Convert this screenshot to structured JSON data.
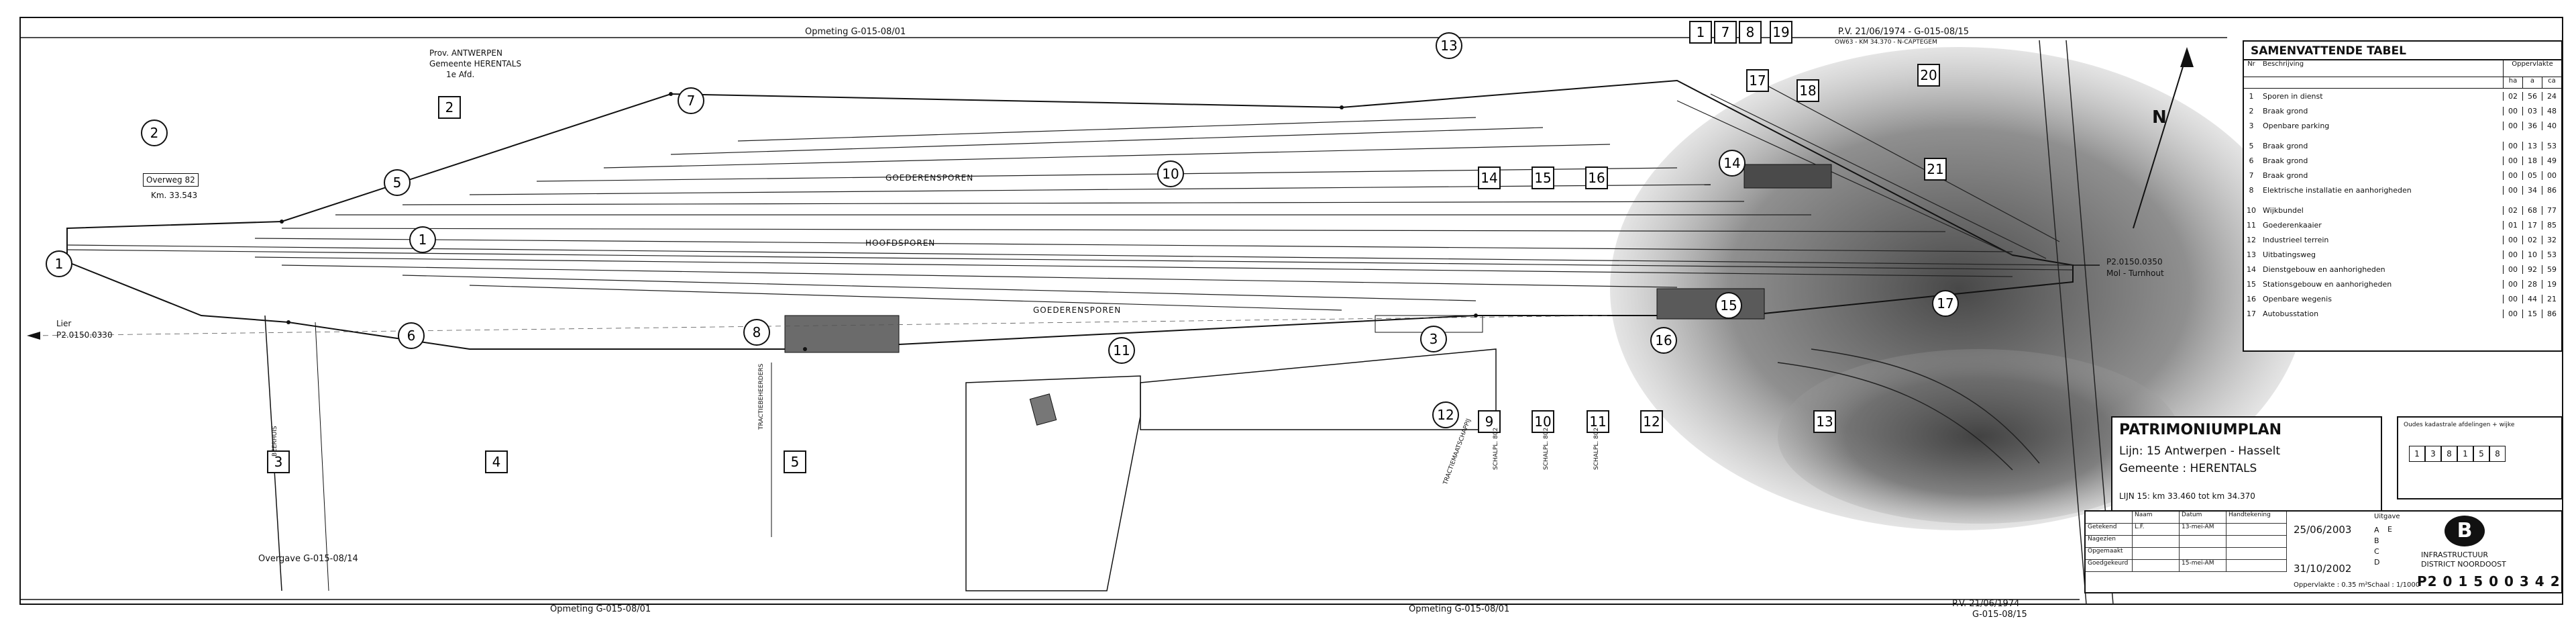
{
  "sheet": {
    "opmeting_top_left": "Opmeting  G-015-08/01",
    "opmeting_bottom_left": "Opmeting  G-015-08/01",
    "opmeting_bottom_mid": "Opmeting  G-015-08/01",
    "pv_top": "P.V. 21/06/1974  -  G-015-08/15",
    "pv_bottom": "P.V. 21/06/1974\nG-015-08/15",
    "pv_bottom_line1": "P.V. 21/06/1974",
    "pv_bottom_line2": "G-015-08/15",
    "overgave": "Overgave  G-015-08/14",
    "prov_line1": "Prov. ANTWERPEN",
    "prov_line2": "Gemeente  HERENTALS",
    "prov_line3": "1e Afd.",
    "overweg_label": "Overweg 82",
    "overweg_km": "Km. 33.543",
    "lier": "Lier",
    "left_ref": "P2.0150.0330",
    "right_ref": "P2.0150.0350",
    "mol_turnhout": "Mol - Turnhout",
    "goederensporen_top": "GOEDERENSPOREN",
    "hoofdsporen": "HOOFDSPOREN",
    "goederensporen_bottom": "GOEDERENSPOREN",
    "north": "N",
    "ow_note": "OW63 - KM 34.370 - N-CAPTEGEM"
  },
  "parcels_circled": [
    {
      "id": "c1",
      "label": "1"
    },
    {
      "id": "c1b",
      "label": "1"
    },
    {
      "id": "c2",
      "label": "2"
    },
    {
      "id": "c3",
      "label": "3"
    },
    {
      "id": "c5",
      "label": "5"
    },
    {
      "id": "c6",
      "label": "6"
    },
    {
      "id": "c7",
      "label": "7"
    },
    {
      "id": "c8",
      "label": "8"
    },
    {
      "id": "c10",
      "label": "10"
    },
    {
      "id": "c11",
      "label": "11"
    },
    {
      "id": "c12",
      "label": "12"
    },
    {
      "id": "c13",
      "label": "13"
    },
    {
      "id": "c14",
      "label": "14"
    },
    {
      "id": "c15",
      "label": "15"
    },
    {
      "id": "c16",
      "label": "16"
    },
    {
      "id": "c17",
      "label": "17"
    }
  ],
  "parcels_boxed": [
    {
      "id": "b1",
      "label": "1"
    },
    {
      "id": "b7",
      "label": "7"
    },
    {
      "id": "b8",
      "label": "8"
    },
    {
      "id": "b19",
      "label": "19"
    },
    {
      "id": "b20",
      "label": "20"
    },
    {
      "id": "b2",
      "label": "2"
    },
    {
      "id": "b3",
      "label": "3"
    },
    {
      "id": "b4",
      "label": "4"
    },
    {
      "id": "b5",
      "label": "5"
    },
    {
      "id": "b9",
      "label": "9"
    },
    {
      "id": "b10",
      "label": "10"
    },
    {
      "id": "b11",
      "label": "11"
    },
    {
      "id": "b12",
      "label": "12"
    },
    {
      "id": "b14",
      "label": "14"
    },
    {
      "id": "b15",
      "label": "15"
    },
    {
      "id": "b16",
      "label": "16"
    },
    {
      "id": "b17",
      "label": "17"
    },
    {
      "id": "b18",
      "label": "18"
    },
    {
      "id": "b21",
      "label": "21"
    },
    {
      "id": "b13",
      "label": "13"
    }
  ],
  "summary_table": {
    "title": "SAMENVATTENDE TABEL",
    "col_nr": "Nr",
    "col_desc": "Beschrijving",
    "col_area": "Oppervlakte",
    "col_units": [
      "ha",
      "a",
      "ca"
    ],
    "rows": [
      {
        "nr": "1",
        "desc": "Sporen in dienst",
        "ha": "02",
        "a": "56",
        "ca": "24"
      },
      {
        "nr": "2",
        "desc": "Braak grond",
        "ha": "00",
        "a": "03",
        "ca": "48"
      },
      {
        "nr": "3",
        "desc": "Openbare parking",
        "ha": "00",
        "a": "36",
        "ca": "40"
      },
      {
        "nr": "5",
        "desc": "Braak grond",
        "ha": "00",
        "a": "13",
        "ca": "53"
      },
      {
        "nr": "6",
        "desc": "Braak grond",
        "ha": "00",
        "a": "18",
        "ca": "49"
      },
      {
        "nr": "7",
        "desc": "Braak grond",
        "ha": "00",
        "a": "05",
        "ca": "00"
      },
      {
        "nr": "8",
        "desc": "Elektrische installatie en aanhorigheden",
        "ha": "00",
        "a": "34",
        "ca": "86"
      },
      {
        "nr": "10",
        "desc": "Wijkbundel",
        "ha": "02",
        "a": "68",
        "ca": "77"
      },
      {
        "nr": "11",
        "desc": "Goederenkaaier",
        "ha": "01",
        "a": "17",
        "ca": "85"
      },
      {
        "nr": "12",
        "desc": "Industrieel terrein",
        "ha": "00",
        "a": "02",
        "ca": "32"
      },
      {
        "nr": "13",
        "desc": "Uitbatingsweg",
        "ha": "00",
        "a": "10",
        "ca": "53"
      },
      {
        "nr": "14",
        "desc": "Dienstgebouw en aanhorigheden",
        "ha": "00",
        "a": "92",
        "ca": "59"
      },
      {
        "nr": "15",
        "desc": "Stationsgebouw en aanhorigheden",
        "ha": "00",
        "a": "28",
        "ca": "19"
      },
      {
        "nr": "16",
        "desc": "Openbare wegenis",
        "ha": "00",
        "a": "44",
        "ca": "21"
      },
      {
        "nr": "17",
        "desc": "Autobusstation",
        "ha": "00",
        "a": "15",
        "ca": "86"
      }
    ]
  },
  "title_block": {
    "heading": "PATRIMONIUMPLAN",
    "lijn": "Lijn: 15  Antwerpen - Hasselt",
    "gemeente": "Gemeente : HERENTALS",
    "km_range": "LIJN 15: km 33.460  tot km 34.370",
    "kadaster": "Oudes kadastrale afdelingen + wijke",
    "kad_numbers": [
      "1",
      "3",
      "8",
      "1",
      "5",
      "8"
    ]
  },
  "signature_block": {
    "col_naam": "Naam",
    "col_datum": "Datum",
    "col_handtekening": "Handtekening",
    "col_uitgave": "Uitgave",
    "rows": [
      {
        "role": "Getekend",
        "naam": "L.F.",
        "datum": "13-mei-AM"
      },
      {
        "role": "Nagezien",
        "naam": "",
        "datum": ""
      },
      {
        "role": "Opgemaakt",
        "naam": "",
        "datum": ""
      },
      {
        "role": "Goedgekeurd",
        "naam": "",
        "datum": "15-mei-AM"
      }
    ],
    "date_main": "25/06/2003",
    "date_second": "31/10/2002",
    "uitgave_letters": [
      "A",
      "B",
      "C",
      "D"
    ],
    "uitgave_e": "E",
    "oppervlakte": "Oppervlakte : 0.35 m²",
    "schaal": "Schaal : 1/1000",
    "plan_number": "P2 0 1 5 0 0 3 4 2",
    "logo_letter": "B",
    "org_line1": "INFRASTRUCTUUR",
    "org_line2": "DISTRICT NOORDOOST"
  },
  "labels_vertical": {
    "buitenkant": "TRACTIEBEHEERDERS",
    "bijkant": "BEERHUIS",
    "schaal_1": "SCHALPL. 802",
    "schaal_2": "SCHALPL. 802",
    "schaal_3": "SCHALPL. 802",
    "tractie": "TRACTIEMAATSCHAPPIJ"
  },
  "colors": {
    "line": "#111111",
    "shade": "#5a5a5a",
    "building": "#6b6b6b"
  }
}
